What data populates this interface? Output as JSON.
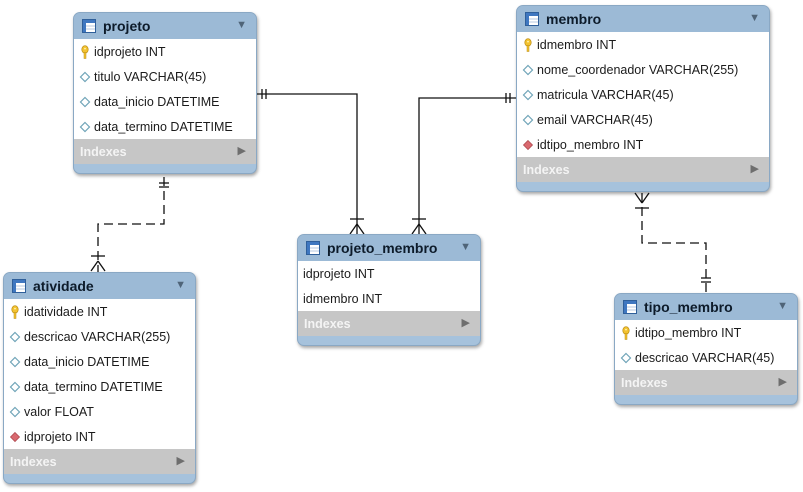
{
  "tables": {
    "projeto": {
      "title": "projeto",
      "columns": [
        {
          "icon": "key-icon",
          "text": "idprojeto INT"
        },
        {
          "icon": "diamond-icon",
          "text": "titulo VARCHAR(45)"
        },
        {
          "icon": "diamond-icon",
          "text": "data_inicio DATETIME"
        },
        {
          "icon": "diamond-icon",
          "text": "data_termino DATETIME"
        }
      ],
      "indexes_label": "Indexes"
    },
    "membro": {
      "title": "membro",
      "columns": [
        {
          "icon": "key-icon",
          "text": "idmembro INT"
        },
        {
          "icon": "diamond-icon",
          "text": "nome_coordenador VARCHAR(255)"
        },
        {
          "icon": "diamond-icon",
          "text": "matricula VARCHAR(45)"
        },
        {
          "icon": "diamond-icon",
          "text": "email VARCHAR(45)"
        },
        {
          "icon": "fk-diamond-icon",
          "text": "idtipo_membro INT"
        }
      ],
      "indexes_label": "Indexes"
    },
    "projeto_membro": {
      "title": "projeto_membro",
      "columns": [
        {
          "icon": "",
          "text": "idprojeto INT"
        },
        {
          "icon": "",
          "text": "idmembro INT"
        }
      ],
      "indexes_label": "Indexes"
    },
    "atividade": {
      "title": "atividade",
      "columns": [
        {
          "icon": "key-icon",
          "text": "idatividade INT"
        },
        {
          "icon": "diamond-icon",
          "text": "descricao VARCHAR(255)"
        },
        {
          "icon": "diamond-icon",
          "text": "data_inicio DATETIME"
        },
        {
          "icon": "diamond-icon",
          "text": "data_termino DATETIME"
        },
        {
          "icon": "diamond-icon",
          "text": "valor FLOAT"
        },
        {
          "icon": "fk-diamond-icon",
          "text": "idprojeto INT"
        }
      ],
      "indexes_label": "Indexes"
    },
    "tipo_membro": {
      "title": "tipo_membro",
      "columns": [
        {
          "icon": "key-icon",
          "text": "idtipo_membro INT"
        },
        {
          "icon": "diamond-icon",
          "text": "descricao VARCHAR(45)"
        }
      ],
      "indexes_label": "Indexes"
    }
  },
  "relationships": [
    {
      "from": "projeto",
      "to": "projeto_membro",
      "style": "solid",
      "from_end": "one",
      "to_end": "many"
    },
    {
      "from": "membro",
      "to": "projeto_membro",
      "style": "solid",
      "from_end": "one",
      "to_end": "many"
    },
    {
      "from": "projeto",
      "to": "atividade",
      "style": "dashed",
      "from_end": "one",
      "to_end": "many"
    },
    {
      "from": "tipo_membro",
      "to": "membro",
      "style": "dashed",
      "from_end": "one",
      "to_end": "many"
    }
  ],
  "colors": {
    "header": "#9cbad6",
    "frame": "#a6c2dc",
    "indexes_bar": "#c6c6c6",
    "key": "#f2c230",
    "fk": "#d9696f",
    "attr": "#6fa4b8"
  }
}
